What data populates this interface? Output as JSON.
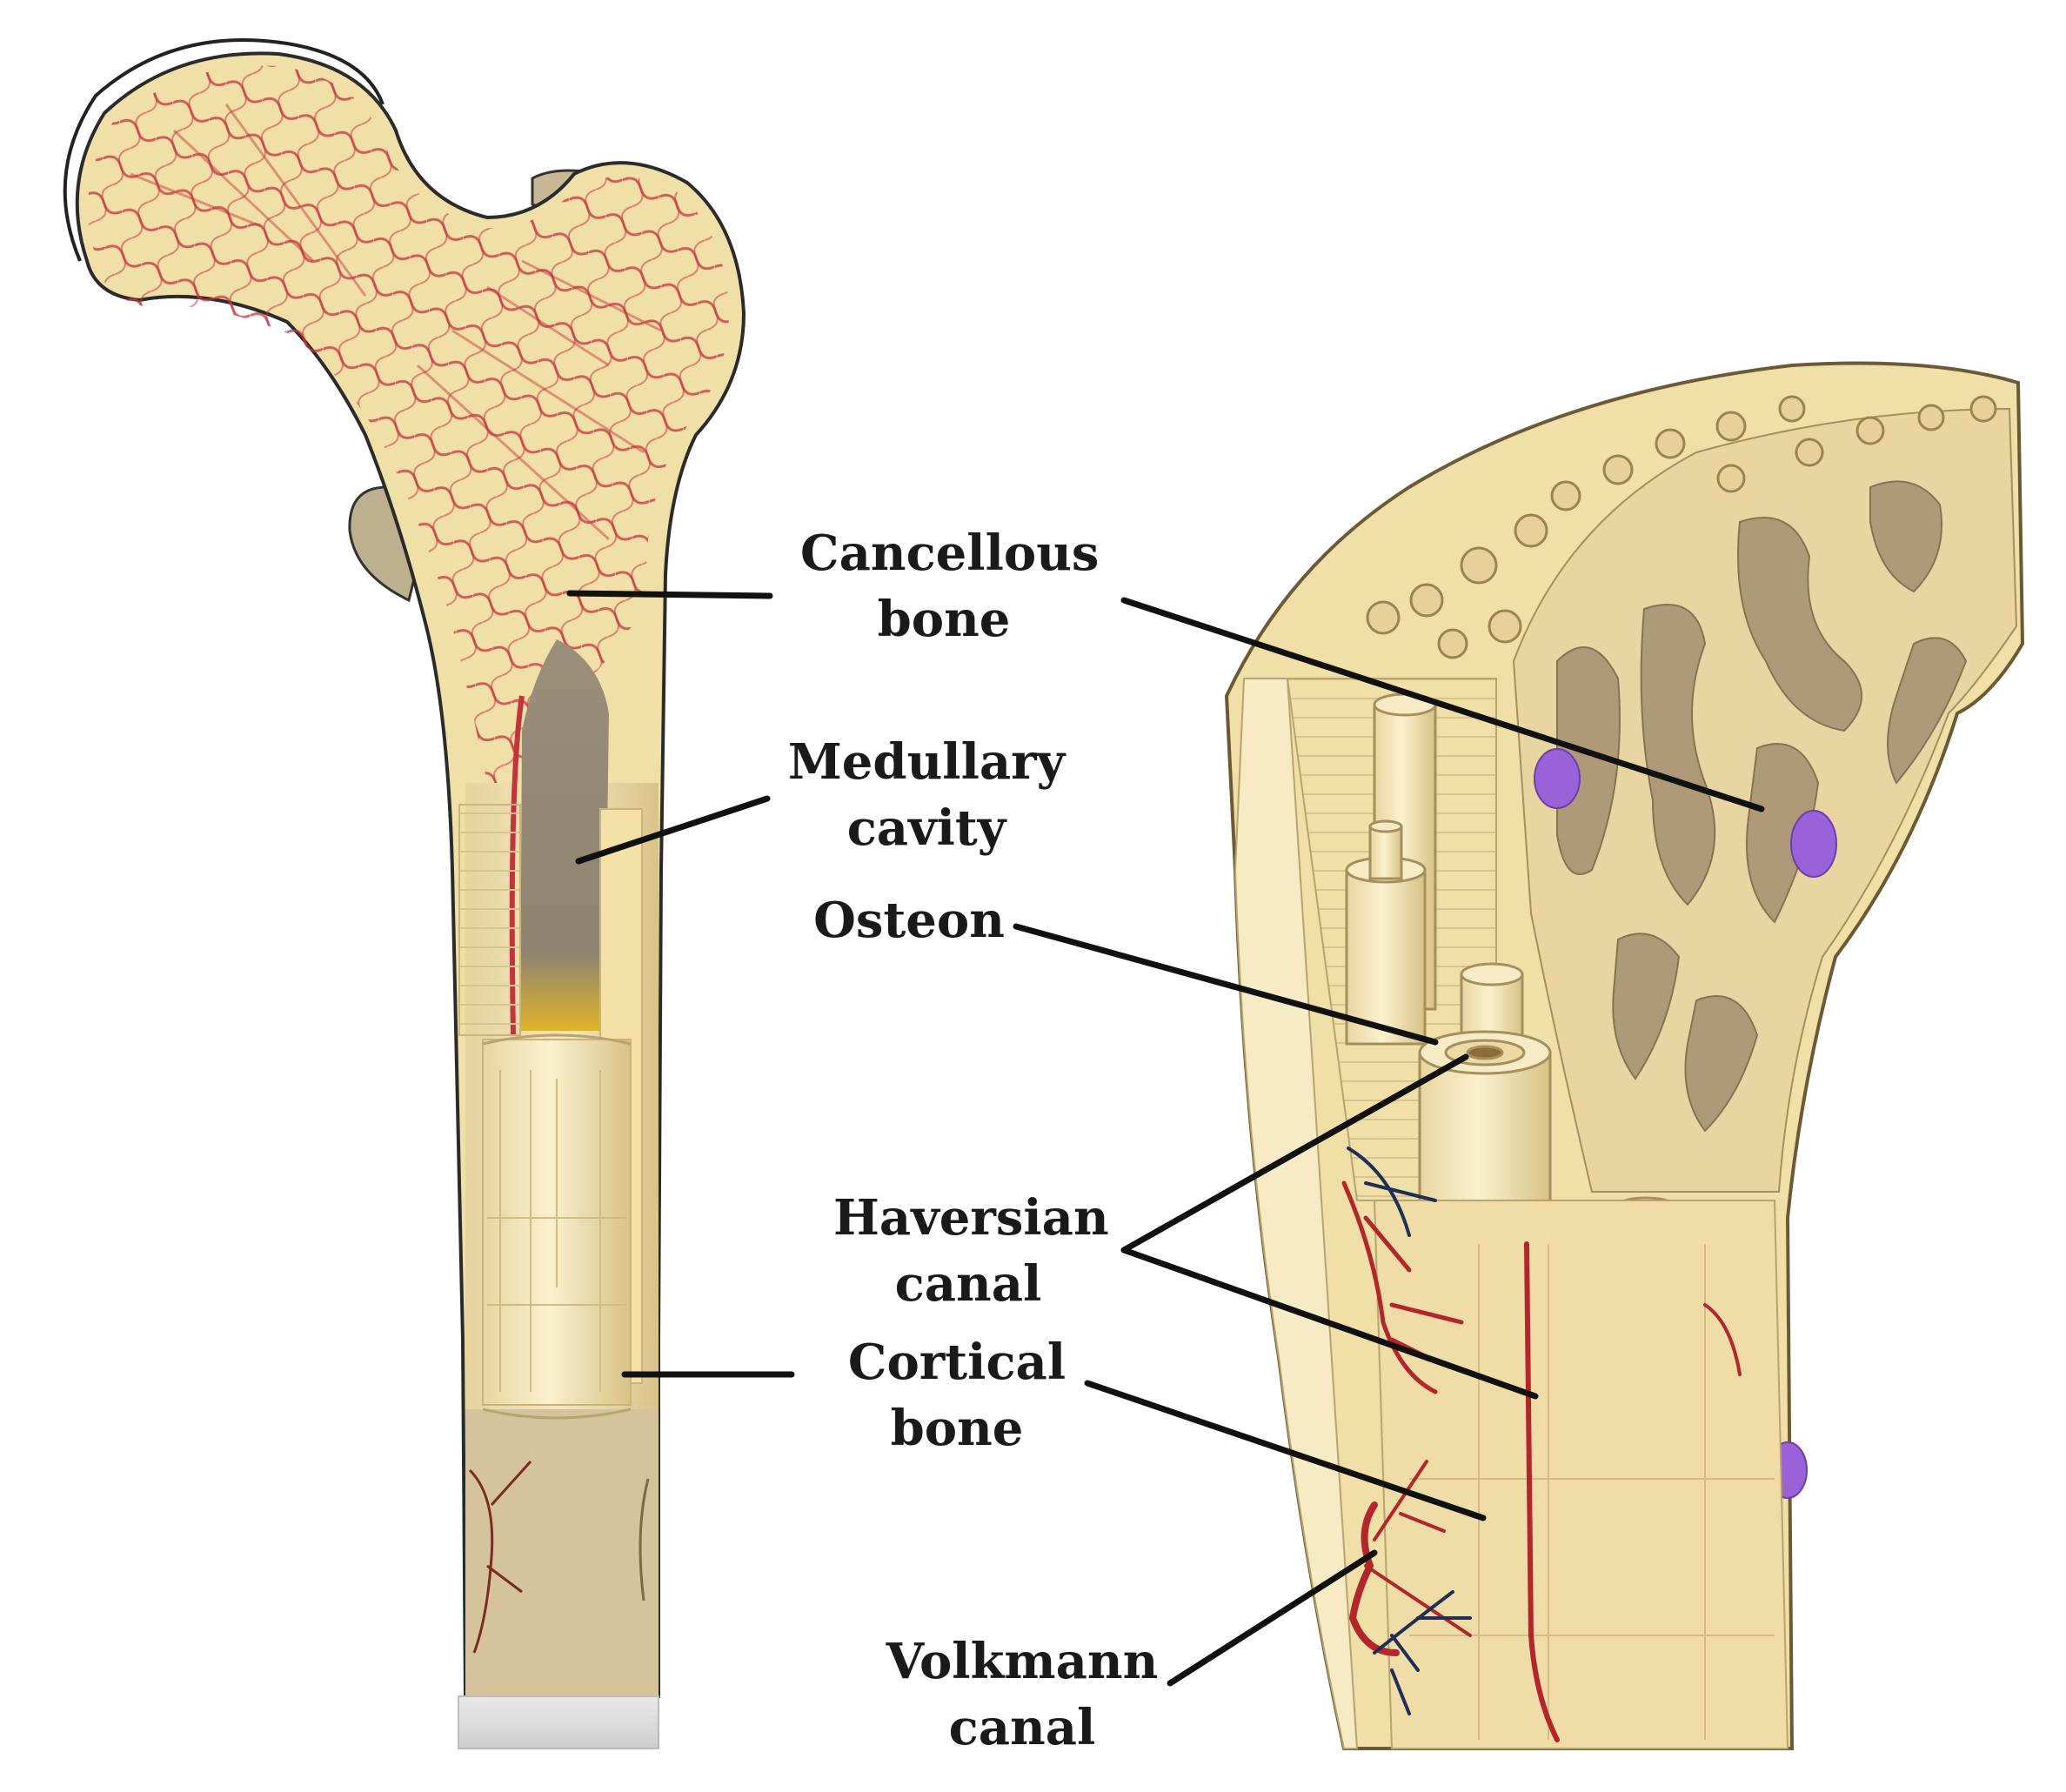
{
  "labels": {
    "cancellous": [
      "Cancellous",
      "bone"
    ],
    "medullary": [
      "Medullary",
      "cavity"
    ],
    "osteon": [
      "Osteon"
    ],
    "haversian": [
      "Haversian",
      "canal"
    ],
    "cortical": [
      "Cortical",
      "bone"
    ],
    "volkmann": [
      "Volkmann",
      "canal"
    ]
  },
  "colors": {
    "bone": "#f1dfa8",
    "bone_light": "#f7ebc6",
    "bone_shadow": "#c9b57c",
    "trabecular_red": "#c4343a",
    "marrow_gray": "#9b8f7a",
    "cavity_brown": "#a08a68",
    "vessel_red": "#b3262c",
    "vessel_blue": "#1f2f56",
    "cell_purple": "#9a62d8",
    "ink": "#1a1a1a"
  }
}
